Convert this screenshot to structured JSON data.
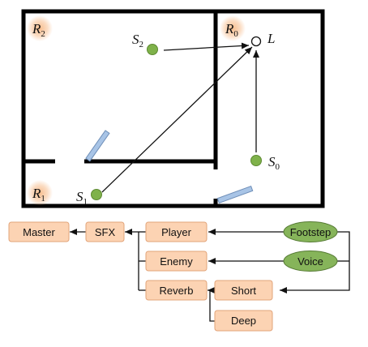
{
  "floorplan": {
    "rooms": [
      {
        "letter": "R",
        "sub": "2"
      },
      {
        "letter": "R",
        "sub": "0"
      },
      {
        "letter": "R",
        "sub": "1"
      }
    ],
    "sources": [
      {
        "letter": "S",
        "sub": "2"
      },
      {
        "letter": "S",
        "sub": "1"
      },
      {
        "letter": "S",
        "sub": "0"
      }
    ],
    "listener": "L",
    "colors": {
      "room_glow": "#f6b27a",
      "source": "#7fb24a",
      "door": "#a8c4e6",
      "wall": "#000000"
    }
  },
  "mix_graph": {
    "buses": [
      "Master",
      "SFX",
      "Player",
      "Enemy",
      "Reverb",
      "Short",
      "Deep"
    ],
    "events": [
      "Footstep",
      "Voice"
    ],
    "colors": {
      "bus_fill": "#fcd3b3",
      "bus_border": "#e2a47a",
      "event_fill": "#86b45a",
      "event_border": "#557a33"
    }
  }
}
